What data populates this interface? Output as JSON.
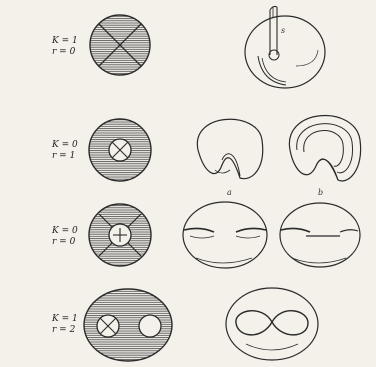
{
  "rows": [
    {
      "k_label": "K = 1",
      "r_label": "r = 0"
    },
    {
      "k_label": "K = 0",
      "r_label": "r = 1"
    },
    {
      "k_label": "K = 0",
      "r_label": "r = 0"
    },
    {
      "k_label": "K = 1",
      "r_label": "r = 2"
    }
  ],
  "sublabels": {
    "a": "a",
    "b": "b"
  },
  "annotations": {
    "s": "s"
  },
  "colors": {
    "ink": "#2a2a2a",
    "paper": "#f4f1ea",
    "hatch": "#555555"
  }
}
